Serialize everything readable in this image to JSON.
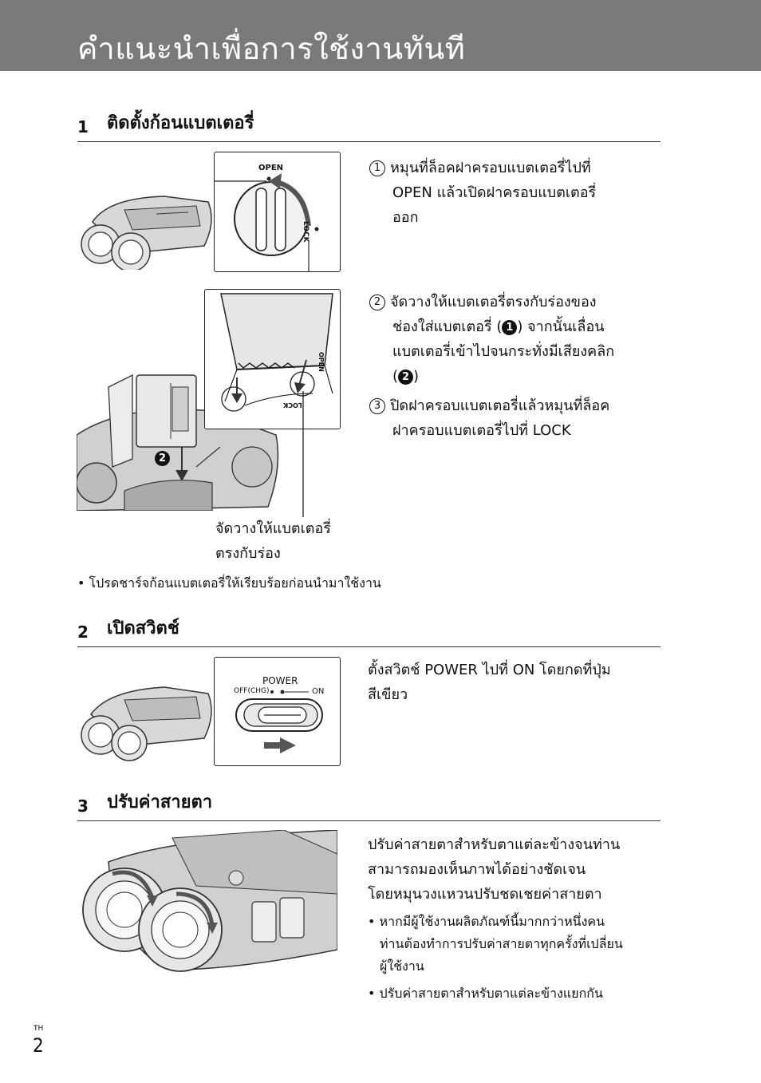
{
  "header": {
    "title": "คำแนะนำเพื่อการใช้งานทันที"
  },
  "section1": {
    "number": "1",
    "title": "ติดตั้งก้อนแบตเตอรี่",
    "step1_marker": "1",
    "step1_lines": [
      "หมุนที่ล็อคฝาครอบแบตเตอรี่ไปที่",
      "OPEN แล้วเปิดฝาครอบแบตเตอรี่",
      "ออก"
    ],
    "step2_marker": "2",
    "step2_line1": "จัดวางให้แบตเตอรี่ตรงกับร่องของ",
    "step2_line2a": "ช่องใส่แบตเตอรี่ (",
    "step2_line2b": ") จากนั้นเลื่อน",
    "step2_line3": "แบตเตอรี่เข้าไปจนกระทั่งมีเสียงคลิก",
    "step2_line4a": "(",
    "step2_line4b": ")",
    "step3_marker": "3",
    "step3_lines": [
      "ปิดฝาครอบแบตเตอรี่แล้วหมุนที่ล็อค",
      "ฝาครอบแบตเตอรี่ไปที่ LOCK"
    ],
    "callout_lines": [
      "จัดวางให้แบตเตอรี่",
      "ตรงกับร่อง"
    ],
    "note": "โปรดชาร์จก้อนแบตเตอรี่ให้เรียบร้อยก่อนนำมาใช้งาน",
    "badge1": "1",
    "badge2": "2",
    "inset_open": "OPEN",
    "inset_lock": "LOCK",
    "inset2_open": "OPEN",
    "inset2_lock": "LOCK"
  },
  "section2": {
    "number": "2",
    "title": "เปิดสวิตช์",
    "lines": [
      "ตั้งสวิตช์ POWER ไปที่ ON โดยกดที่ปุ่ม",
      "สีเขียว"
    ],
    "switch_title": "POWER",
    "switch_off": "OFF(CHG)",
    "switch_on": "ON"
  },
  "section3": {
    "number": "3",
    "title": "ปรับค่าสายตา",
    "lines": [
      "ปรับค่าสายตาสำหรับตาแต่ละข้างจนท่าน",
      "สามารถมองเห็นภาพได้อย่างชัดเจน",
      "โดยหมุนวงแหวนปรับชดเชยค่าสายตา"
    ],
    "bullet1_lines": [
      "หากมีผู้ใช้งานผลิตภัณฑ์นี้มากกว่าหนึ่งคน",
      "ท่านต้องทำการปรับค่าสายตาทุกครั้งที่เปลี่ยน",
      "ผู้ใช้งาน"
    ],
    "bullet2": "ปรับค่าสายตาสำหรับตาแต่ละข้างแยกกัน"
  },
  "footer": {
    "lang": "TH",
    "page": "2"
  }
}
